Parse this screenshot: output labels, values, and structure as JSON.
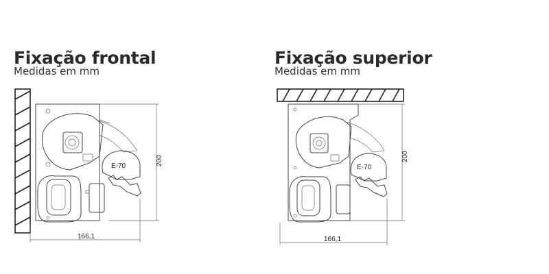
{
  "panels": [
    {
      "title": "Fixação frontal",
      "subtitle": "Medidas em mm",
      "dim_height": "200",
      "dim_width": "166,1",
      "motor_label": "E-70",
      "wall": "vertical"
    },
    {
      "title": "Fixação superior",
      "subtitle": "Medidas em mm",
      "dim_height": "200",
      "dim_width": "166,1",
      "motor_label": "E-70",
      "wall": "horizontal"
    }
  ]
}
